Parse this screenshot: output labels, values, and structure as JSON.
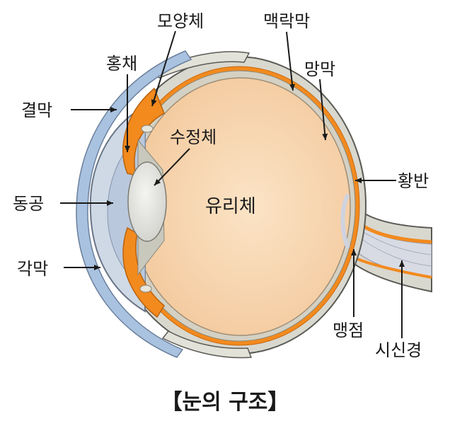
{
  "labels": {
    "ciliary_body": "모양체",
    "iris": "홍채",
    "choroid": "맥락막",
    "retina": "망막",
    "conjunctiva": "결막",
    "lens": "수정체",
    "vitreous": "유리체",
    "macula": "황반",
    "pupil": "동공",
    "cornea": "각막",
    "blind_spot": "맹점",
    "optic_nerve": "시신경"
  },
  "caption": "【눈의 구조】",
  "colors": {
    "vitreous": "#f7d3ad",
    "orange": "#f28a1e",
    "sclera": "#d9d8cf",
    "outline": "#5a5a55",
    "cornea": "#cfd9e6",
    "conjunctiva": "#a9c2df"
  }
}
